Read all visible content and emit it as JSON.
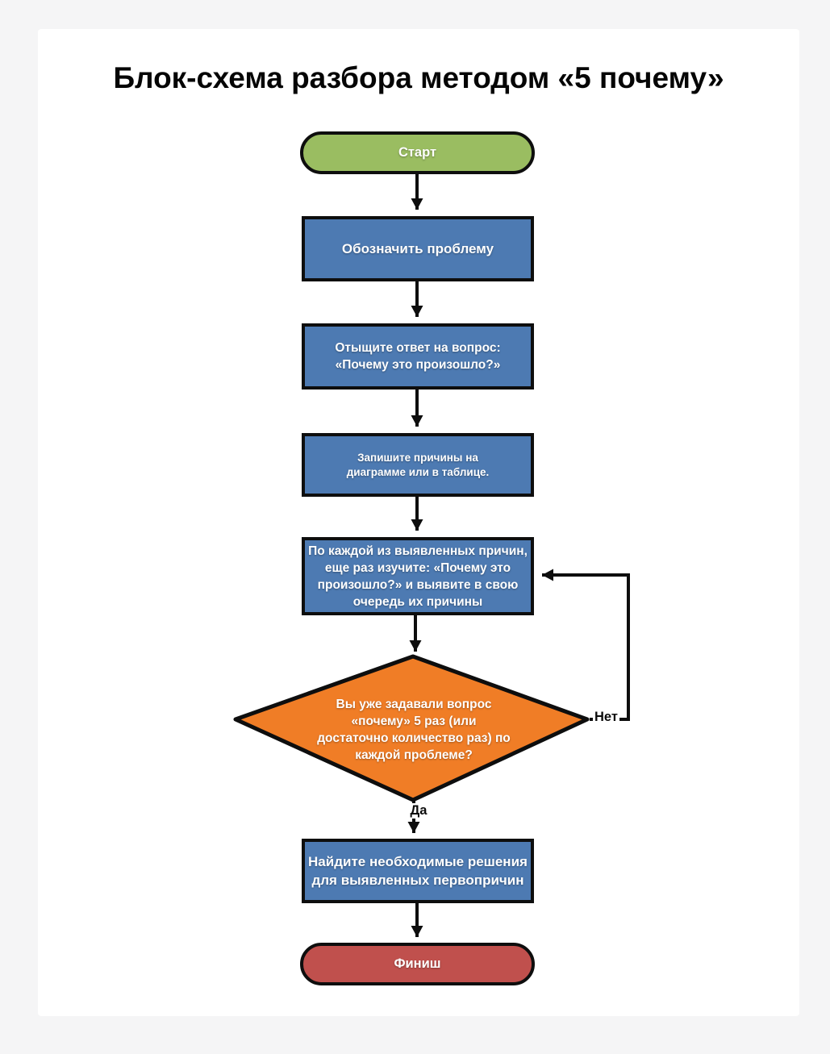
{
  "page": {
    "title": "Блок-схема разбора методом «5 почему»"
  },
  "flowchart": {
    "type": "flowchart",
    "nodes": {
      "start": {
        "label": "Старт",
        "shape": "rounded-pill",
        "fill": "#9abd61"
      },
      "step1": {
        "label": "Обозначить проблему",
        "shape": "rect",
        "fill": "#4d7ab2"
      },
      "step2": {
        "label": "Отыщите ответ на вопрос:\n«Почему это произошло?»",
        "shape": "rect",
        "fill": "#4d7ab2"
      },
      "step3": {
        "label": "Запишите причины на\nдиаграмме или в таблице.",
        "shape": "rect",
        "fill": "#4d7ab2"
      },
      "step4": {
        "label": "По каждой из выявленных причин,\nеще раз изучите: «Почему это\nпроизошло?» и выявите в свою\nочередь их причины",
        "shape": "rect",
        "fill": "#4d7ab2"
      },
      "decision": {
        "label": "Вы уже задавали вопрос\n«почему» 5 раз (или\nдостаточно количество раз) по\nкаждой проблеме?",
        "shape": "diamond",
        "fill": "#f07d26"
      },
      "step5": {
        "label": "Найдите необходимые решения\nдля выявленных первопричин",
        "shape": "rect",
        "fill": "#4d7ab2"
      },
      "finish": {
        "label": "Финиш",
        "shape": "rounded-pill",
        "fill": "#c0504d"
      }
    },
    "edges": {
      "yes_label": "Да",
      "no_label": "Нет",
      "flow": [
        "start -> step1",
        "step1 -> step2",
        "step2 -> step3",
        "step3 -> step4",
        "step4 -> decision",
        "decision -(Да)-> step5",
        "decision -(Нет)-> step4",
        "step5 -> finish"
      ]
    },
    "colors": {
      "start_green": "#9abd61",
      "process_blue": "#4d7ab2",
      "decision_orange": "#f07d26",
      "finish_red": "#c0504d",
      "stroke": "#0e0e0e",
      "card_background": "#ffffff",
      "page_background": "#f5f5f6"
    }
  }
}
